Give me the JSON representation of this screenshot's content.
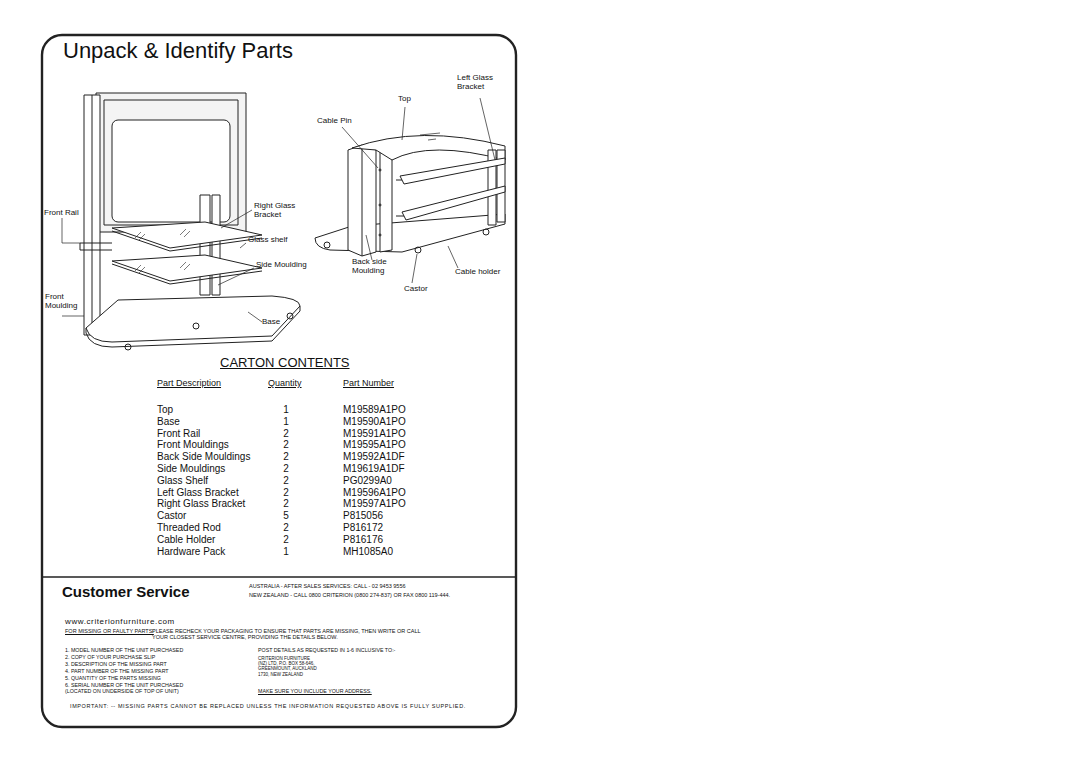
{
  "diagram": {
    "title": "Unpack & Identify Parts",
    "labels": [
      "Left Glass Bracket",
      "Top",
      "Cable Pin",
      "Right Glass Bracket",
      "Front Rail",
      "Glass shelf",
      "Side Moulding",
      "Back side Moulding",
      "Cable holder",
      "Castor",
      "Front Moulding",
      "Base",
      "CARTON CONTENTS",
      "Part Description",
      "Quantity",
      "Part Number",
      "Top",
      "1",
      "M19589A1PO",
      "Base",
      "1",
      "M19590A1PO",
      "Front Rail",
      "2",
      "M19591A1PO",
      "Front Mouldings",
      "2",
      "M19595A1PO",
      "Back Side Mouldings",
      "2",
      "M19592A1DF",
      "Side Mouldings",
      "2",
      "M19619A1DF",
      "Glass Shelf",
      "2",
      "PG0299A0",
      "Left Glass Bracket",
      "2",
      "M19596A1PO",
      "Right Glass Bracket",
      "2",
      "M19597A1PO",
      "Castor",
      "5",
      "P815056",
      "Threaded Rod",
      "2",
      "P816172",
      "Cable Holder",
      "2",
      "P816176",
      "Hardware Pack",
      "1",
      "MH1085A0",
      "Customer Service",
      "AUSTRALIA - AFTER SALES SERVICES: CALL - 02 9453 9556",
      "NEW ZEALAND - CALL 0800 CRITERION (0800 274-837) OR FAX 0800 119-444.",
      "www.criterionfurniture.com",
      "FOR MISSING OR FAULTY PARTS:",
      "PLEASE RECHECK YOUR PACKAGING TO ENSURE THAT PARTS ARE MISSING, THEN WRITE OR CALL YOUR CLOSEST SERVICE CENTRE, PROVIDING THE DETAILS BELOW.",
      "1. MODEL NUMBER OF THE UNIT PURCHASED",
      "2. COPY OF YOUR PURCHASE SLIP",
      "3. DESCRIPTION OF THE MISSING PART",
      "4. PART NUMBER OF THE MISSING PART",
      "5. QUANTITY OF THE PARTS MISSING",
      "6. SERIAL NUMBER OF THE UNIT PURCHASED (LOCATED ON UNDERSIDE OF TOP OF UNIT)",
      "POST DETAILS AS REQUESTED IN 1-6 INCLUSIVE TO:-",
      "CRITERION FURNITURE (NZ) LTD, P.O. BOX 58-646, GREENMOUNT, AUCKLAND 1730, NEW ZEALAND",
      "MAKE SURE YOU INCLUDE YOUR ADDRESS.",
      "IMPORTANT: -- MISSING PARTS CANNOT BE REPLACED UNLESS THE INFORMATION REQUESTED ABOVE IS FULLY SUPPLIED."
    ]
  }
}
